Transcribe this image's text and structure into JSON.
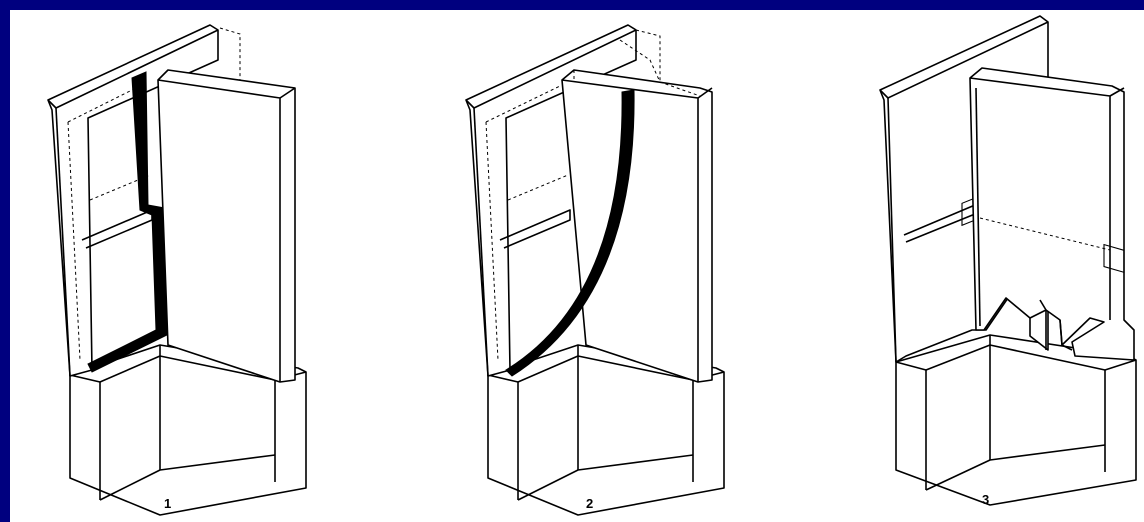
{
  "colors": {
    "frame": "#00007f",
    "background": "#ffffff",
    "line": "#000000"
  },
  "figures": [
    {
      "label": "1"
    },
    {
      "label": "2"
    },
    {
      "label": "3"
    }
  ]
}
